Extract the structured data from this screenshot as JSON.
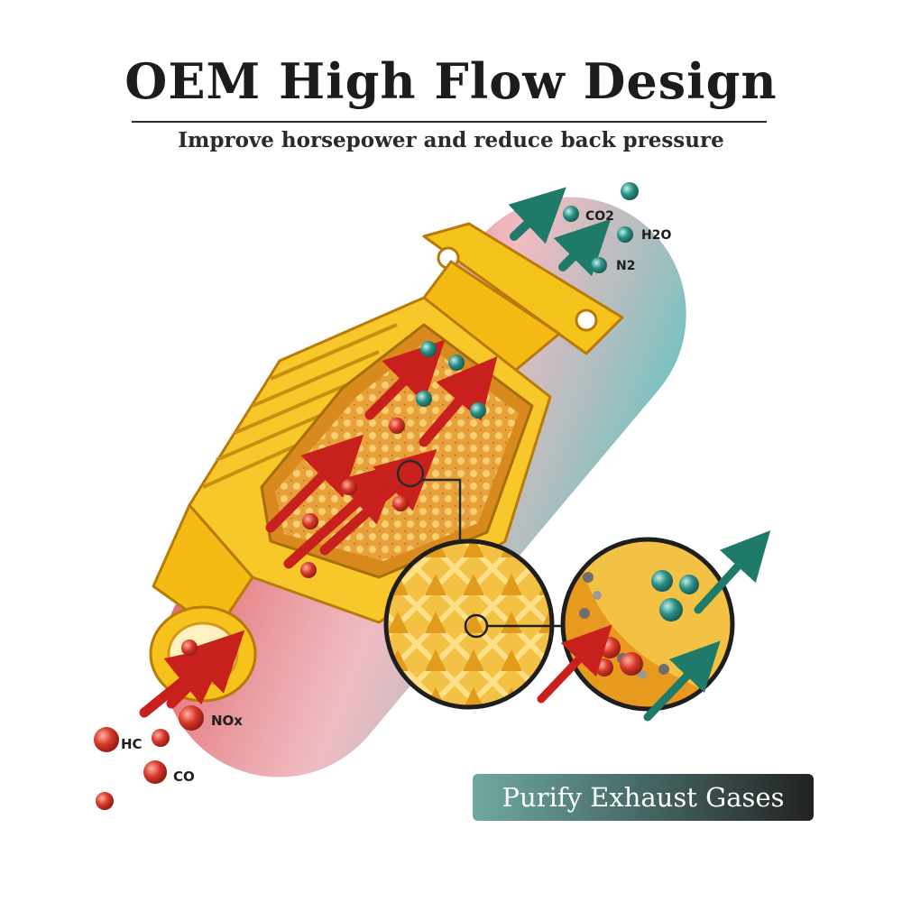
{
  "header": {
    "title": "OEM High Flow Design",
    "subtitle": "Improve horsepower and reduce back pressure"
  },
  "gases": {
    "outlet": [
      "CO2",
      "H2O",
      "N2"
    ],
    "inlet": [
      "HC",
      "NOx",
      "CO"
    ]
  },
  "badge": {
    "label": "Purify Exhaust Gases"
  },
  "colors": {
    "body": "#f6c21c",
    "arrow_in": "#c8201c",
    "arrow_out": "#1f7a6a",
    "molecule_in": "#d8382a",
    "molecule_out": "#2b8f86"
  }
}
